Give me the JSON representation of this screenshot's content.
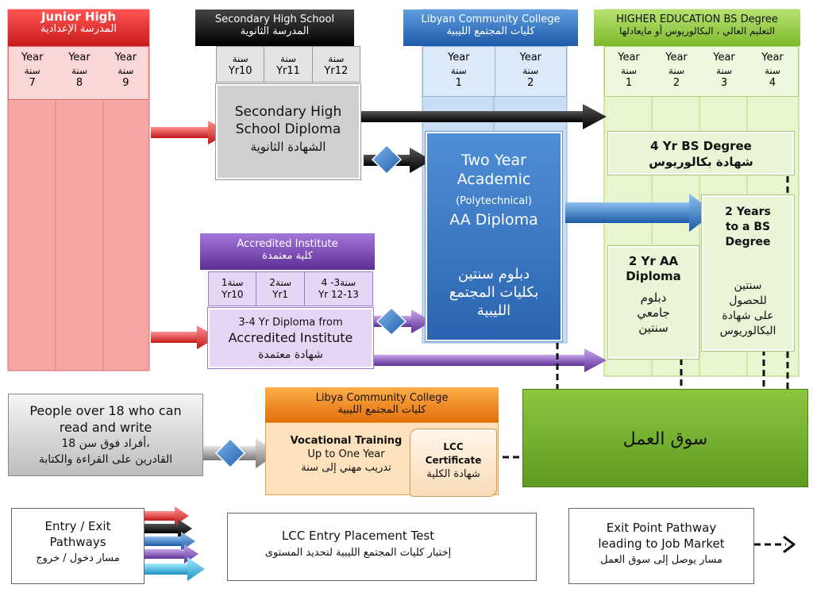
{
  "colors": {
    "junior_red": "#e03c40",
    "secondary_black": "#111111",
    "college_blue": "#2f74c0",
    "higher_green": "#9bd14a",
    "institute_purple": "#7b4fb0",
    "vocational_orange": "#ee8a1a",
    "job_market_green": "#6aa42a",
    "diamond_blue": "#2f74c0",
    "arrow_cyan": "#2ab5d9"
  },
  "junior": {
    "title_en": "Junior High",
    "title_ar": "المدرسة الإعدادية",
    "years": [
      {
        "en": "Year",
        "ar": "سنة",
        "num": "7"
      },
      {
        "en": "Year",
        "ar": "سنة",
        "num": "8"
      },
      {
        "en": "Year",
        "ar": "سنة",
        "num": "9"
      }
    ]
  },
  "secondary": {
    "title_en": "Secondary High School",
    "title_ar": "المدرسة الثانوية",
    "years": [
      {
        "ar": "سنة",
        "en": "Yr10"
      },
      {
        "ar": "سنة",
        "en": "Yr11"
      },
      {
        "ar": "سنة",
        "en": "Yr12"
      }
    ],
    "diploma_en_1": "Secondary High",
    "diploma_en_2": "School Diploma",
    "diploma_ar": "الشهادة الثانوية"
  },
  "college": {
    "title_en": "Libyan Community College",
    "title_ar": "كليات المجتمع الليبية",
    "years": [
      {
        "en": "Year",
        "ar": "سنة",
        "num": "1"
      },
      {
        "en": "Year",
        "ar": "سنة",
        "num": "2"
      }
    ],
    "program_1": "Two Year",
    "program_2": "Academic",
    "program_3": "(Polytechnical)",
    "program_4": "AA Diploma",
    "program_ar_1": "دبلوم سنتين",
    "program_ar_2": "بكليات المجتمع",
    "program_ar_3": "الليبية"
  },
  "higher": {
    "title_en": "HIGHER EDUCATION BS Degree",
    "title_ar": "التعليم العالي ، البكالوريوس أو مايعادلها",
    "years": [
      {
        "en": "Year",
        "ar": "سنة",
        "num": "1"
      },
      {
        "en": "Year",
        "ar": "سنة",
        "num": "2"
      },
      {
        "en": "Year",
        "ar": "سنة",
        "num": "3"
      },
      {
        "en": "Year",
        "ar": "سنة",
        "num": "4"
      }
    ],
    "bs_en": "4 Yr BS Degree",
    "bs_ar": "شهادة بكالوريوس",
    "two_years_1": "2 Years",
    "two_years_2": "to a BS",
    "two_years_3": "Degree",
    "two_years_ar_1": "سنتين",
    "two_years_ar_2": "للحصول",
    "two_years_ar_3": "على شهادة",
    "two_years_ar_4": "البكالوريوس",
    "aa_en_1": "2 Yr AA",
    "aa_en_2": "Diploma",
    "aa_ar_1": "دبلوم",
    "aa_ar_2": "جامعي",
    "aa_ar_3": "سنتين"
  },
  "institute": {
    "title_en": "Accredited Institute",
    "title_ar": "كلية معتمدة",
    "years": [
      {
        "ar": "سنة1",
        "en": "Yr10"
      },
      {
        "ar": "سنة2",
        "en": "Yr1"
      },
      {
        "ar": "سنة3- 4",
        "en": "Yr 12-13"
      }
    ],
    "diploma_en_1": "3-4 Yr Diploma from",
    "diploma_en_2": "Accredited Institute",
    "diploma_ar": "شهادة معتمدة"
  },
  "adults": {
    "en_1": "People over 18 who can",
    "en_2": "read and write",
    "ar_1": "أفراد فوق سن 18،",
    "ar_2": "القادرين على القراءة والكتابة"
  },
  "lcc": {
    "title_en": "Libya Community College",
    "title_ar": "كليات المجتمع الليبية",
    "voc_en_1": "Vocational Training",
    "voc_en_2": "Up to One Year",
    "voc_ar": "تدريب مهني إلى سنة",
    "cert_en_1": "LCC",
    "cert_en_2": "Certificate",
    "cert_ar": "شهادة الكلية"
  },
  "job_market": {
    "label": "سوق العمل"
  },
  "legend": {
    "entry_en_1": "Entry / Exit",
    "entry_en_2": "Pathways",
    "entry_ar": "مسار دخول / خروج",
    "test_en": "LCC Entry Placement Test",
    "test_ar": "إختبار كليات المجتمع الليبية لتحديد المستوى",
    "exit_en_1": "Exit Point Pathway",
    "exit_en_2": "leading to Job Market",
    "exit_ar": "مسار يوصل إلى سوق العمل"
  }
}
